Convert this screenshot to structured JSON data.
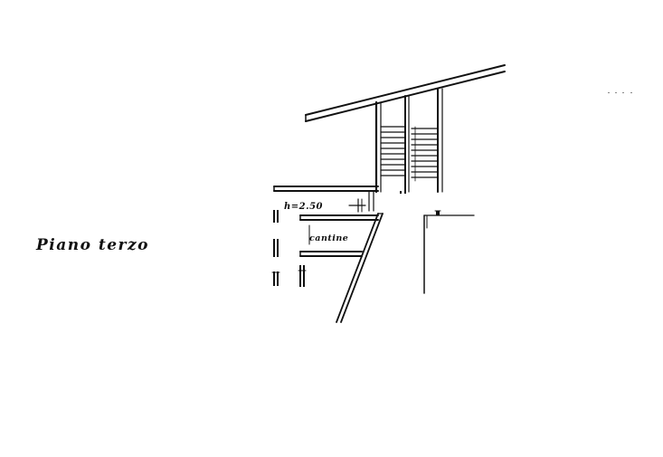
{
  "drawing": {
    "floor_label": "Piano terzo",
    "height_label": "h=2.50",
    "room_label": "cantine"
  },
  "colors": {
    "ink": "#111111",
    "paper": "#ffffff"
  }
}
